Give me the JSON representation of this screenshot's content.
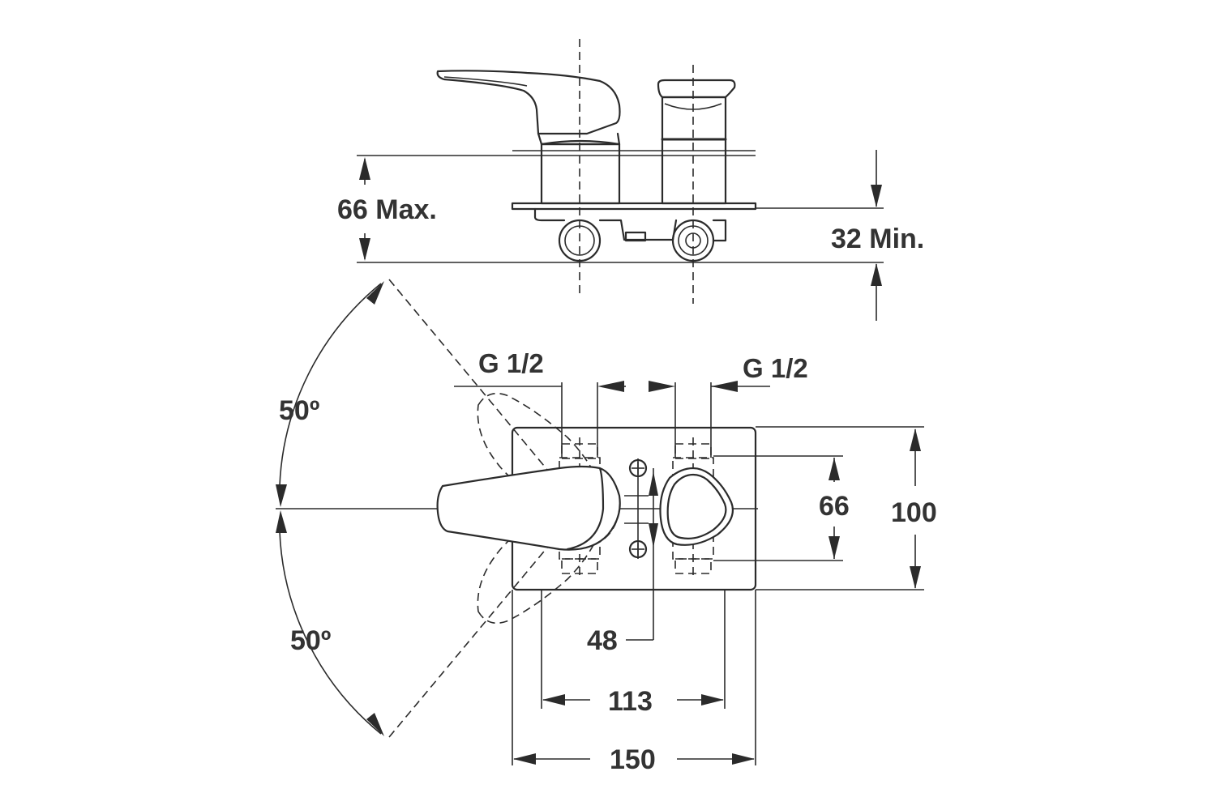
{
  "labels": {
    "height_max": "66 Max.",
    "height_min": "32 Min.",
    "connection_left": "G 1/2",
    "connection_right": "G 1/2",
    "angle_upper": "50º",
    "angle_lower": "50º",
    "inner_height": "66",
    "plate_height": "100",
    "offset": "48",
    "centers_width": "113",
    "plate_width": "150"
  }
}
